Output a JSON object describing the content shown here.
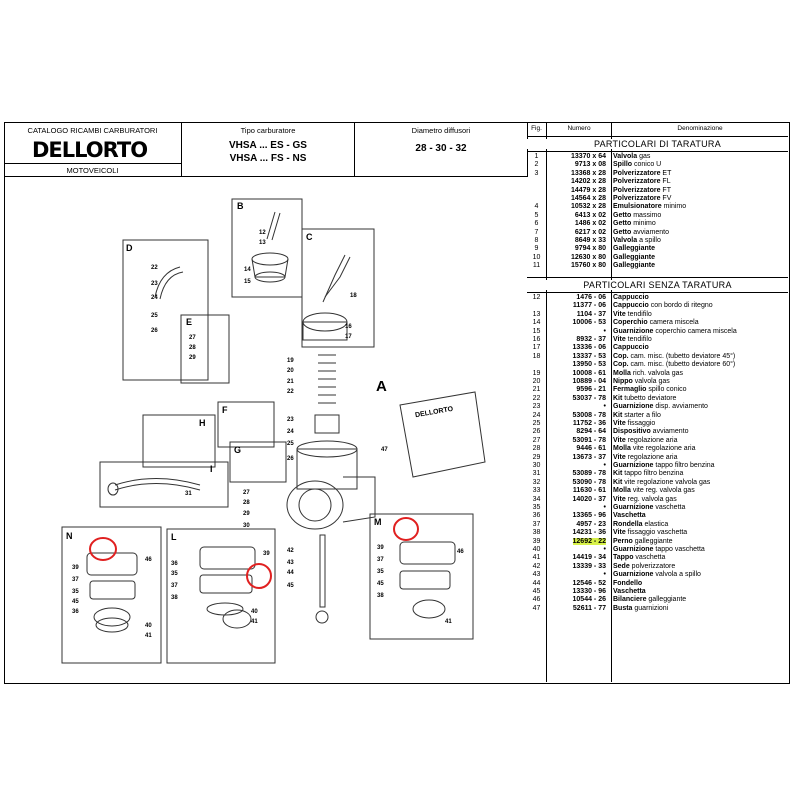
{
  "header": {
    "catalog_title": "CATALOGO RICAMBI CARBURATORI",
    "logo_text": "DELLORTO",
    "category": "MOTOVEICOLI",
    "type_label": "Tipo carburatore",
    "type_line1": "VHSA ... ES - GS",
    "type_line2": "VHSA ... FS - NS",
    "diam_label": "Diametro diffusori",
    "diam_value": "28 - 30 - 32"
  },
  "table": {
    "col_fig": "Fig.",
    "col_num": "Numero",
    "col_den": "Denominazione",
    "section1": "PARTICOLARI DI TARATURA",
    "section2": "PARTICOLARI SENZA TARATURA",
    "rows1": [
      {
        "fig": "1",
        "num": "13370 x 64",
        "b": "Valvola",
        "r": " gas"
      },
      {
        "fig": "2",
        "num": "9713 x 08",
        "b": "Spillo",
        "r": " conico U"
      },
      {
        "fig": "3",
        "num": "13368 x 28",
        "b": "Polverizzatore",
        "r": " ET"
      },
      {
        "fig": "",
        "num": "14202 x 28",
        "b": "Polverizzatore",
        "r": " FL"
      },
      {
        "fig": "",
        "num": "14479 x 28",
        "b": "Polverizzatore",
        "r": " FT"
      },
      {
        "fig": "",
        "num": "14564 x 28",
        "b": "Polverizzatore",
        "r": " FV"
      },
      {
        "fig": "4",
        "num": "10532 x 28",
        "b": "Emulsionatore",
        "r": " minimo"
      },
      {
        "fig": "5",
        "num": "6413 x 02",
        "b": "Getto",
        "r": " massimo"
      },
      {
        "fig": "6",
        "num": "1486 x 02",
        "b": "Getto",
        "r": " minimo"
      },
      {
        "fig": "7",
        "num": "6217 x 02",
        "b": "Getto",
        "r": " avviamento"
      },
      {
        "fig": "8",
        "num": "8649 x 33",
        "b": "Valvola",
        "r": " a spillo"
      },
      {
        "fig": "9",
        "num": "9794 x 80",
        "b": "Galleggiante",
        "r": ""
      },
      {
        "fig": "10",
        "num": "12630 x 80",
        "b": "Galleggiante",
        "r": ""
      },
      {
        "fig": "11",
        "num": "15760 x 80",
        "b": "Galleggiante",
        "r": ""
      }
    ],
    "rows2": [
      {
        "fig": "12",
        "num": "1476 - 06",
        "b": "Cappuccio",
        "r": ""
      },
      {
        "fig": "",
        "num": "11377 - 06",
        "b": "Cappuccio",
        "r": " con bordo di ritegno"
      },
      {
        "fig": "13",
        "num": "1104 - 37",
        "b": "Vite",
        "r": " tendifilo"
      },
      {
        "fig": "14",
        "num": "10006 - 53",
        "b": "Coperchio",
        "r": " camera miscela"
      },
      {
        "fig": "15",
        "num": "•",
        "b": "Guarnizione",
        "r": " coperchio camera miscela"
      },
      {
        "fig": "16",
        "num": "8932 - 37",
        "b": "Vite",
        "r": " tendifilo"
      },
      {
        "fig": "17",
        "num": "13336 - 06",
        "b": "Cappuccio",
        "r": ""
      },
      {
        "fig": "18",
        "num": "13337 - 53",
        "b": "Cop.",
        "r": " cam. misc. (tubetto deviatore 45°)"
      },
      {
        "fig": "",
        "num": "13950 - 53",
        "b": "Cop.",
        "r": " cam. misc. (tubetto deviatore 60°)"
      },
      {
        "fig": "19",
        "num": "10008 - 61",
        "b": "Molla",
        "r": " rich. valvola gas"
      },
      {
        "fig": "20",
        "num": "10889 - 04",
        "b": "Nippo",
        "r": " valvola gas"
      },
      {
        "fig": "21",
        "num": "9596 - 21",
        "b": "Fermaglio",
        "r": " spillo conico"
      },
      {
        "fig": "22",
        "num": "53037 - 78",
        "b": "Kit",
        "r": " tubetto deviatore"
      },
      {
        "fig": "23",
        "num": "•",
        "b": "Guarnizione",
        "r": " disp. avviamento"
      },
      {
        "fig": "24",
        "num": "53008 - 78",
        "b": "Kit",
        "r": " starter a filo"
      },
      {
        "fig": "25",
        "num": "11752 - 36",
        "b": "Vite",
        "r": " fissaggio"
      },
      {
        "fig": "26",
        "num": "8294 - 64",
        "b": "Dispositivo",
        "r": " avviamento"
      },
      {
        "fig": "27",
        "num": "53091 - 78",
        "b": "Vite",
        "r": " regolazione aria"
      },
      {
        "fig": "28",
        "num": "9446 - 61",
        "b": "Molla",
        "r": " vite regolazione aria"
      },
      {
        "fig": "29",
        "num": "13673 - 37",
        "b": "Vite",
        "r": " regolazione aria"
      },
      {
        "fig": "30",
        "num": "•",
        "b": "Guarnizione",
        "r": " tappo filtro benzina"
      },
      {
        "fig": "31",
        "num": "53089 - 78",
        "b": "Kit",
        "r": " tappo filtro benzina"
      },
      {
        "fig": "32",
        "num": "53090 - 78",
        "b": "Kit",
        "r": " vite regolazione valvola gas"
      },
      {
        "fig": "33",
        "num": "11630 - 61",
        "b": "Molla",
        "r": " vite reg. valvola gas"
      },
      {
        "fig": "34",
        "num": "14020 - 37",
        "b": "Vite",
        "r": " reg. valvola gas"
      },
      {
        "fig": "35",
        "num": "•",
        "b": "Guarnizione",
        "r": " vaschetta"
      },
      {
        "fig": "36",
        "num": "13365 - 96",
        "b": "Vaschetta",
        "r": ""
      },
      {
        "fig": "37",
        "num": "4957 - 23",
        "b": "Rondella",
        "r": " elastica"
      },
      {
        "fig": "38",
        "num": "14231 - 36",
        "b": "Vite",
        "r": " fissaggio vaschetta"
      },
      {
        "fig": "39",
        "num": "12692 - 22",
        "b": "Perno",
        "r": " galleggiante",
        "hl": true
      },
      {
        "fig": "40",
        "num": "•",
        "b": "Guarnizione",
        "r": " tappo vaschetta"
      },
      {
        "fig": "41",
        "num": "14419 - 34",
        "b": "Tappo",
        "r": " vaschetta"
      },
      {
        "fig": "42",
        "num": "13339 - 33",
        "b": "Sede",
        "r": " polverizzatore"
      },
      {
        "fig": "43",
        "num": "•",
        "b": "Guarnizione",
        "r": " valvola a spillo"
      },
      {
        "fig": "44",
        "num": "12546 - 52",
        "b": "Fondello",
        "r": ""
      },
      {
        "fig": "45",
        "num": "13330 - 96",
        "b": "Vaschetta",
        "r": ""
      },
      {
        "fig": "46",
        "num": "10544 - 26",
        "b": "Bilanciere",
        "r": " galleggiante"
      },
      {
        "fig": "47",
        "num": "52611 - 77",
        "b": "Busta",
        "r": " guarnizioni"
      }
    ]
  },
  "diagram": {
    "labels": [
      "A",
      "B",
      "C",
      "D",
      "E",
      "F",
      "G",
      "H",
      "I",
      "L",
      "M",
      "N"
    ],
    "stamp_text": "DELLORTO",
    "highlight_color": "#e02020",
    "marker_color": "#d8f24a"
  }
}
